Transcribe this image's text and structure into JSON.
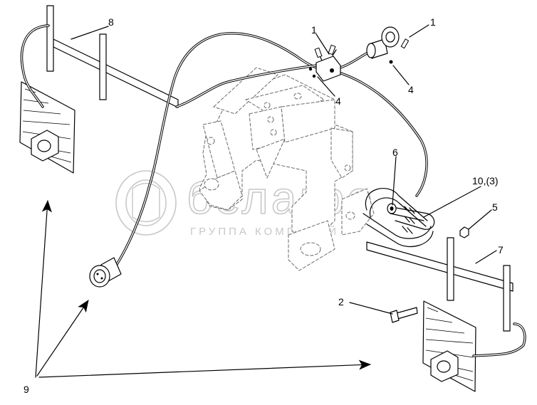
{
  "diagram": {
    "watermark": {
      "brand": "белагро",
      "subtitle": "ГРУППА КОМПАНИЙ"
    },
    "callouts": [
      {
        "id": "c1a",
        "text": "1"
      },
      {
        "id": "c1b",
        "text": "1"
      },
      {
        "id": "c2",
        "text": "2"
      },
      {
        "id": "c4a",
        "text": "4"
      },
      {
        "id": "c4b",
        "text": "4"
      },
      {
        "id": "c5",
        "text": "5"
      },
      {
        "id": "c6",
        "text": "6"
      },
      {
        "id": "c7",
        "text": "7"
      },
      {
        "id": "c8",
        "text": "8"
      },
      {
        "id": "c9",
        "text": "9"
      },
      {
        "id": "c10",
        "text": "10,(3)"
      }
    ]
  }
}
